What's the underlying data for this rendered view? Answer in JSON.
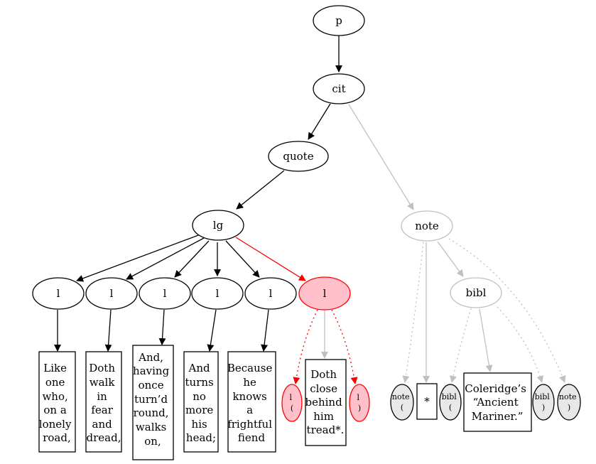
{
  "nodes": {
    "p": "p",
    "cit": "cit",
    "quote": "quote",
    "lg": "lg",
    "note": "note",
    "bibl": "bibl",
    "l1": "l",
    "l2": "l",
    "l3": "l",
    "l4": "l",
    "l5": "l",
    "l6": "l"
  },
  "lines": {
    "t1": [
      "Like",
      "one",
      "who,",
      "on a",
      "lonely",
      "road,"
    ],
    "t2": [
      "Doth",
      "walk",
      "in",
      "fear",
      "and",
      "dread,"
    ],
    "t3": [
      "And,",
      "having",
      "once",
      "turn’d",
      "round,",
      "walks",
      "on,"
    ],
    "t4": [
      "And",
      "turns",
      "no",
      "more",
      "his",
      "head;"
    ],
    "t5": [
      "Because",
      "he",
      "knows",
      "a",
      "frightful",
      "fiend"
    ],
    "t6": [
      "Doth",
      "close",
      "behind",
      "him",
      "tread*."
    ]
  },
  "markers": {
    "l_open": [
      "l",
      "("
    ],
    "l_close": [
      "l",
      ")"
    ],
    "note_open": [
      "note",
      "("
    ],
    "note_close": [
      "note",
      ")"
    ],
    "bibl_open": [
      "bibl",
      "("
    ],
    "bibl_close": [
      "bibl",
      ")"
    ],
    "star": "*",
    "coleridge": [
      "Coleridge’s",
      "“Ancient",
      "Mariner.”"
    ]
  },
  "colors": {
    "black": "#000000",
    "gray": "#c0c0c0",
    "red": "#ff0000",
    "pink": "#ffc0cb",
    "light_gray_fill": "#e8e8e8"
  }
}
